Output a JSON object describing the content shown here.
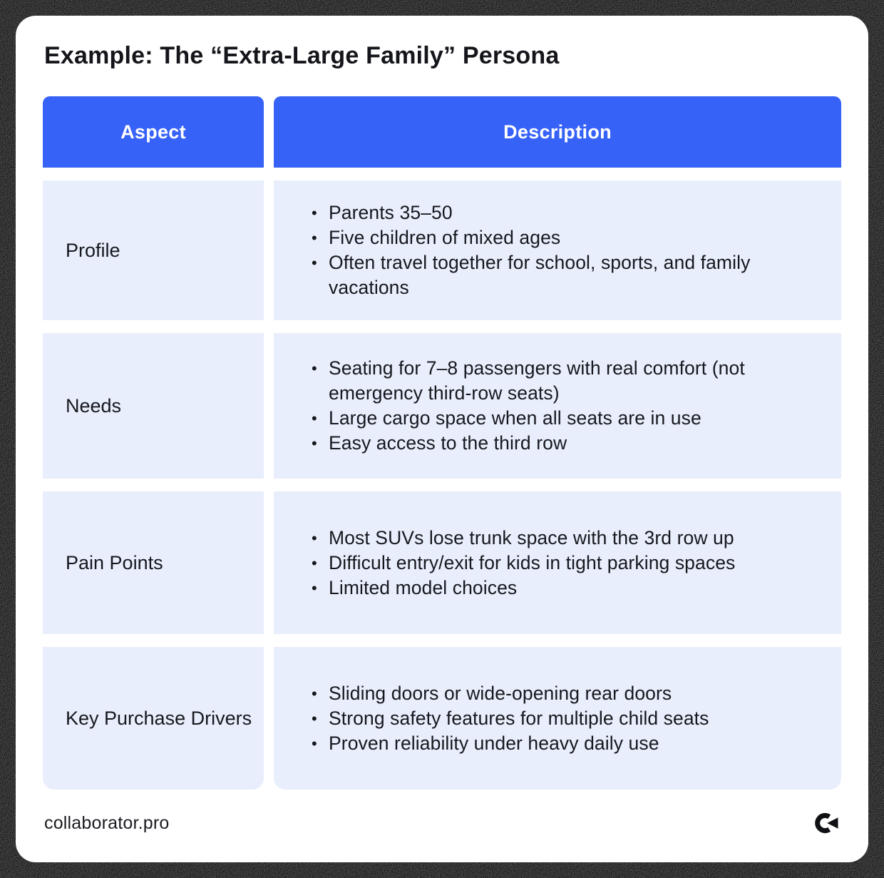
{
  "page": {
    "title": "Example: The “Extra-Large Family” Persona"
  },
  "colors": {
    "header_bg": "#3762f8",
    "row_bg": "#e9eefc",
    "text": "#16181e",
    "header_text": "#ffffff",
    "card_bg": "#ffffff",
    "frame_bg": "#0a0a0a"
  },
  "table": {
    "columns": [
      "Aspect",
      "Description"
    ],
    "bullet_char": "•",
    "rows": [
      {
        "aspect": "Profile",
        "bullets": [
          "Parents 35–50",
          "Five children of mixed ages",
          "Often travel together for school, sports, and family vacations"
        ]
      },
      {
        "aspect": "Needs",
        "bullets": [
          "Seating for 7–8 passengers with real comfort (not emergency third-row seats)",
          "Large cargo space when all seats are in use",
          "Easy access to the third row"
        ]
      },
      {
        "aspect": "Pain Points",
        "bullets": [
          "Most SUVs lose trunk space with the 3rd row up",
          "Difficult entry/exit for kids in tight parking spaces",
          "Limited model choices"
        ]
      },
      {
        "aspect": "Key Purchase Drivers",
        "bullets": [
          "Sliding doors or wide-opening rear doors",
          "Strong safety features for multiple child seats",
          "Proven reliability under heavy daily use"
        ]
      }
    ]
  },
  "footer": {
    "site": "collaborator.pro",
    "logo_icon": "collaborator-logo"
  }
}
